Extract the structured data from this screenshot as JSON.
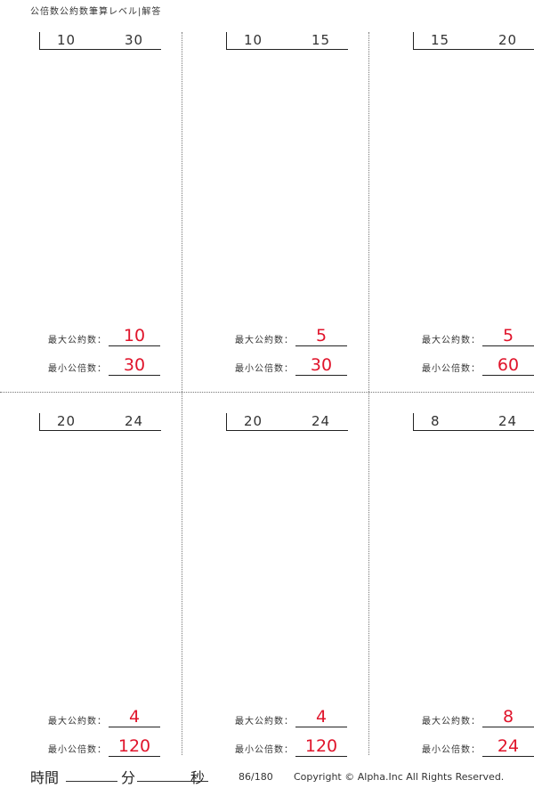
{
  "title": "公倍数公約数筆算レベル|解答",
  "labels": {
    "gcd": "最大公約数：",
    "lcm": "最小公倍数："
  },
  "problems": [
    {
      "a": "10",
      "b": "30",
      "gcd": "10",
      "lcm": "30"
    },
    {
      "a": "10",
      "b": "15",
      "gcd": "5",
      "lcm": "30"
    },
    {
      "a": "15",
      "b": "20",
      "gcd": "5",
      "lcm": "60"
    },
    {
      "a": "20",
      "b": "24",
      "gcd": "4",
      "lcm": "120"
    },
    {
      "a": "20",
      "b": "24",
      "gcd": "4",
      "lcm": "120"
    },
    {
      "a": "8",
      "b": "24",
      "gcd": "8",
      "lcm": "24"
    }
  ],
  "footer": {
    "time_label": "時間",
    "minutes": "分",
    "seconds": "秒",
    "page": "86/180",
    "copyright": "Copyright © Alpha.Inc All Rights Reserved."
  },
  "colors": {
    "answer": "#e0142b"
  }
}
